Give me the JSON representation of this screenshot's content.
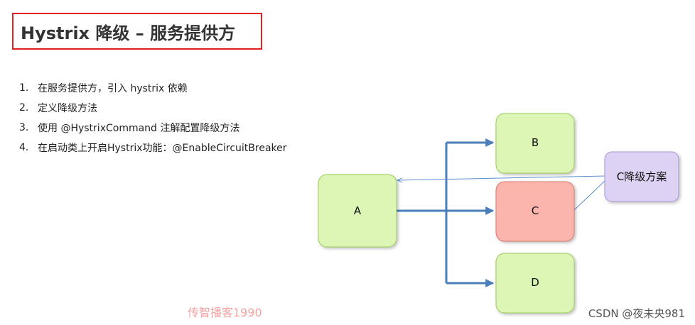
{
  "title": "Hystrix 降级 – 服务提供方",
  "steps": [
    {
      "num": "1.",
      "text": "在服务提供方，引入 hystrix 依赖"
    },
    {
      "num": "2.",
      "text": "定义降级方法"
    },
    {
      "num": "3.",
      "text": "使用 @HystrixCommand 注解配置降级方法"
    },
    {
      "num": "4.",
      "text": "在启动类上开启Hystrix功能：@EnableCircuitBreaker"
    }
  ],
  "diagram": {
    "nodes": {
      "a": {
        "label": "A"
      },
      "b": {
        "label": "B"
      },
      "c": {
        "label": "C"
      },
      "d": {
        "label": "D"
      },
      "fallback": {
        "label": "C降级方案"
      }
    },
    "colors": {
      "green_fill": "#ddf5b5",
      "green_stroke": "#9ccc58",
      "red_fill": "#fbb5ad",
      "red_stroke": "#d9796e",
      "purple_fill": "#ddd2f3",
      "purple_stroke": "#a996d6",
      "arrow_blue": "#4a7ebb",
      "thin_blue": "#5b8fd0"
    }
  },
  "watermark": "传智播客1990",
  "credit": "CSDN @夜未央981"
}
